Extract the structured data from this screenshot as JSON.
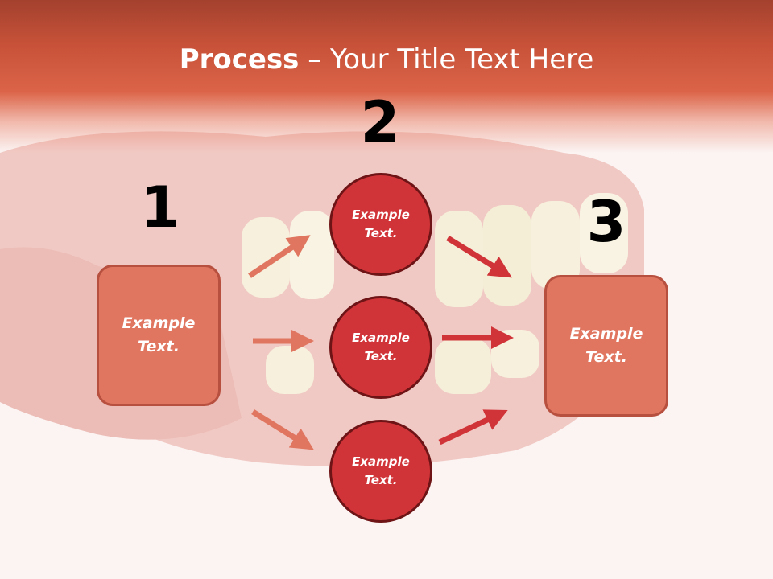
{
  "title": {
    "bold": "Process",
    "rest": " – Your Title Text Here"
  },
  "numbers": [
    "1",
    "2",
    "3"
  ],
  "left_box": {
    "text": "Example Text."
  },
  "circles": [
    {
      "text": "Example Text."
    },
    {
      "text": "Example Text."
    },
    {
      "text": "Example Text."
    }
  ],
  "right_box": {
    "text": "Example Text."
  },
  "colors": {
    "title_band": "#d35a40",
    "box_fill": "#e07660",
    "circle_fill": "#d13438",
    "left_arrows": "#e07660",
    "right_arrows": "#d13438"
  }
}
